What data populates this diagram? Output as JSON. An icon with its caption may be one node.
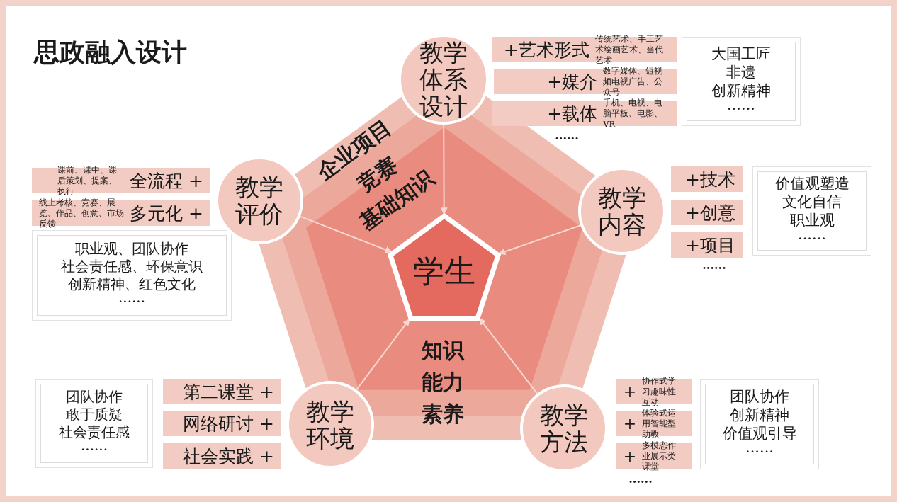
{
  "diagram": {
    "title": "思政融入设计",
    "nodes": [
      {
        "text": [
          "学生"
        ]
      },
      {
        "text": [
          "教学体系设计"
        ]
      },
      {
        "text": [
          "+艺术形式",
          "传统艺术、手工艺术绘画艺术、当代艺术"
        ]
      },
      {
        "text": [
          "+媒介",
          "数字媒体、短视频电视广告、公众号"
        ]
      },
      {
        "text": [
          "+载体",
          "手机、电视、电脑平板、电影、VR"
        ]
      },
      {
        "text": [
          "大国工匠",
          "非遗",
          "创新精神",
          "······"
        ]
      },
      {
        "text": [
          "教学评价"
        ]
      },
      {
        "text": [
          "课前、课中、课后策划、提案、执行",
          "全流程 +"
        ]
      },
      {
        "text": [
          "线上考核、竞赛、展览、作品、创意、市场反馈",
          "多元化 +"
        ]
      },
      {
        "text": [
          "职业观、团队协作",
          "社会责任感、环保意识",
          "创新精神、红色文化",
          "······"
        ]
      },
      {
        "text": [
          "教学内容"
        ]
      },
      {
        "text": [
          "+技术"
        ]
      },
      {
        "text": [
          "+创意"
        ]
      },
      {
        "text": [
          "+项目"
        ]
      },
      {
        "text": [
          "价值观塑造",
          "文化自信",
          "职业观",
          "······"
        ]
      },
      {
        "text": [
          "教学环境"
        ]
      },
      {
        "text": [
          "第二课堂 +"
        ]
      },
      {
        "text": [
          "网络研讨 +"
        ]
      },
      {
        "text": [
          "社会实践 +"
        ]
      },
      {
        "text": [
          "团队协作",
          "敢于质疑",
          "社会责任感",
          "······"
        ]
      },
      {
        "text": [
          "教学方法"
        ]
      },
      {
        "text": [
          "+",
          "协作式学习趣味性互动"
        ]
      },
      {
        "text": [
          "+",
          "体验式运用智能型助教"
        ]
      },
      {
        "text": [
          "+",
          "多模态作业展示类课堂"
        ]
      },
      {
        "text": [
          "团队协作",
          "创新精神",
          "价值观引导",
          "······"
        ]
      }
    ],
    "edges": [
      {
        "from": 1,
        "to": 0,
        "arrow": "to"
      },
      {
        "from": 10,
        "to": 0,
        "arrow": "to"
      },
      {
        "from": 20,
        "to": 0,
        "arrow": "to"
      },
      {
        "from": 15,
        "to": 0,
        "arrow": "to"
      },
      {
        "from": 6,
        "to": 0,
        "arrow": "to"
      }
    ],
    "labels": [
      "······",
      "······",
      "······",
      "企业项目",
      "竞赛",
      "基础知识",
      "知识",
      "能力",
      "素养"
    ]
  }
}
